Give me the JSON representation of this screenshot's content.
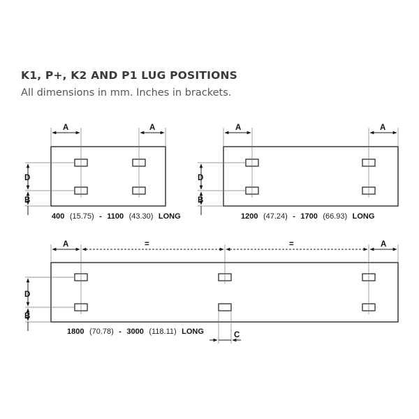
{
  "heading": {
    "title": "K1, P+, K2 AND P1 LUG POSITIONS",
    "subtitle": "All dimensions in mm. Inches in brackets."
  },
  "labels": {
    "a": "A",
    "b": "B",
    "c": "C",
    "d": "D",
    "equal": "="
  },
  "panels": {
    "small": {
      "min_mm": "400",
      "min_in": "(15.75)",
      "sep": "-",
      "max_mm": "1100",
      "max_in": "(43.30)",
      "suffix": "LONG"
    },
    "medium": {
      "min_mm": "1200",
      "min_in": "(47.24)",
      "sep": "-",
      "max_mm": "1700",
      "max_in": "(66.93)",
      "suffix": "LONG"
    },
    "large": {
      "min_mm": "1800",
      "min_in": "(70.78)",
      "sep": "-",
      "max_mm": "3000",
      "max_in": "(118.11)",
      "suffix": "LONG"
    }
  },
  "colors": {
    "line": "#1a1a1a",
    "dim": "#555555"
  }
}
